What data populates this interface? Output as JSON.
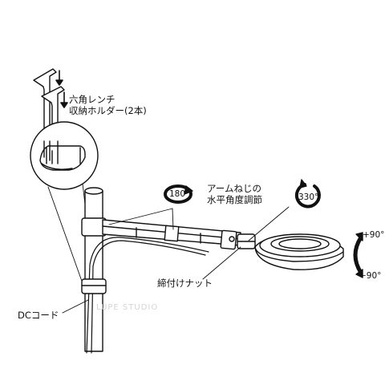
{
  "labels": {
    "hex_wrench_holder": [
      "六角レンチ",
      "収納ホルダー(2本)"
    ],
    "arm_screw": [
      "アームねじの",
      "水平角度調節"
    ],
    "nut": "締付けナット",
    "dc_cord": "DCコード"
  },
  "angles": {
    "arm_rotation": "180°",
    "lens_rotation": "330°",
    "tilt_up": "+90°",
    "tilt_down": "−90°"
  },
  "watermark": "LUPE STUDIO"
}
